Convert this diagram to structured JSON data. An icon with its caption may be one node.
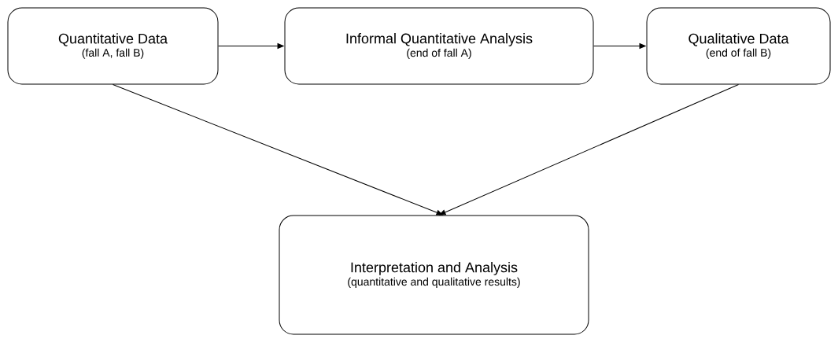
{
  "diagram": {
    "nodes": [
      {
        "text": [
          "Quantitative Data",
          "(fall A, fall B)"
        ]
      },
      {
        "text": [
          "Informal Quantitative Analysis",
          "(end of fall A)"
        ]
      },
      {
        "text": [
          "Qualitative Data",
          "(end of fall B)"
        ]
      },
      {
        "text": [
          "Interpretation and Analysis",
          "(quantitative and qualitative results)"
        ]
      }
    ],
    "edges": [
      {
        "from": 0,
        "to": 1,
        "arrow": "to"
      },
      {
        "from": 1,
        "to": 2,
        "arrow": "to"
      },
      {
        "from": 0,
        "to": 3,
        "arrow": "to"
      },
      {
        "from": 2,
        "to": 3,
        "arrow": "to"
      }
    ]
  }
}
